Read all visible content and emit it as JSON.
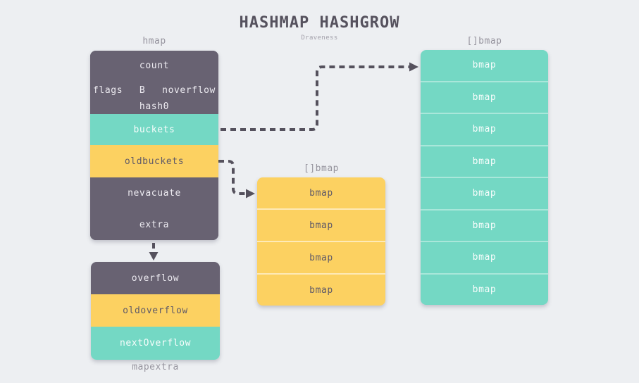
{
  "title": "HASHMAP HASHGROW",
  "subtitle": "Draveness",
  "colors": {
    "background": "#edeff2",
    "struct_dark": "#686272",
    "bucket_teal": "#74d8c4",
    "bucket_yellow": "#fcd161",
    "label_gray": "#96949e",
    "arrow": "#55515d"
  },
  "hmap": {
    "label": "hmap",
    "count": "count",
    "flags": "flags",
    "b": "B",
    "noverflow": "noverflow",
    "hash0": "hash0",
    "buckets": "buckets",
    "oldbuckets": "oldbuckets",
    "nevacuate": "nevacuate",
    "extra": "extra"
  },
  "old_bmap": {
    "label": "[]bmap",
    "rows": [
      "bmap",
      "bmap",
      "bmap",
      "bmap"
    ]
  },
  "new_bmap": {
    "label": "[]bmap",
    "rows": [
      "bmap",
      "bmap",
      "bmap",
      "bmap",
      "bmap",
      "bmap",
      "bmap",
      "bmap"
    ]
  },
  "mapextra": {
    "label": "mapextra",
    "overflow": "overflow",
    "oldoverflow": "oldoverflow",
    "nextoverflow": "nextOverflow"
  },
  "edges": [
    {
      "from": "hmap.buckets",
      "to": "new_bmap"
    },
    {
      "from": "hmap.oldbuckets",
      "to": "old_bmap"
    },
    {
      "from": "hmap.extra",
      "to": "mapextra"
    }
  ]
}
